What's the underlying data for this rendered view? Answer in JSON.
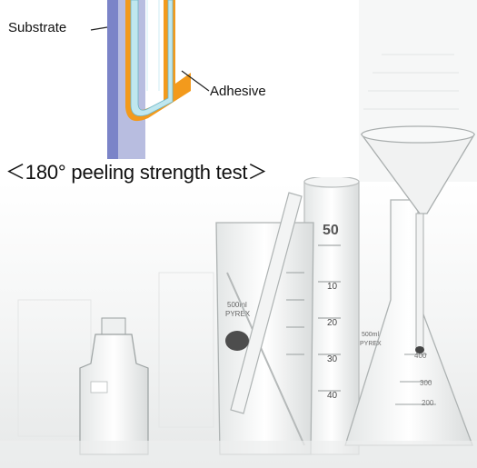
{
  "diagram": {
    "labels": {
      "substrate": "Substrate",
      "adhesive": "Adhesive"
    },
    "caption": "＜180°  peeling strength test＞"
  },
  "background": {
    "graduated_cylinder_mark": "50",
    "beaker_text": [
      "500ml",
      "PYREX"
    ],
    "flask_text": [
      "500ml",
      "PYREX"
    ],
    "scale_numbers": [
      "400",
      "300",
      "200",
      "10",
      "20",
      "30",
      "40"
    ]
  },
  "colors": {
    "adhesive": "#f39a1c",
    "substrate": "#9aa0cf",
    "film": "#bfe7ef"
  }
}
